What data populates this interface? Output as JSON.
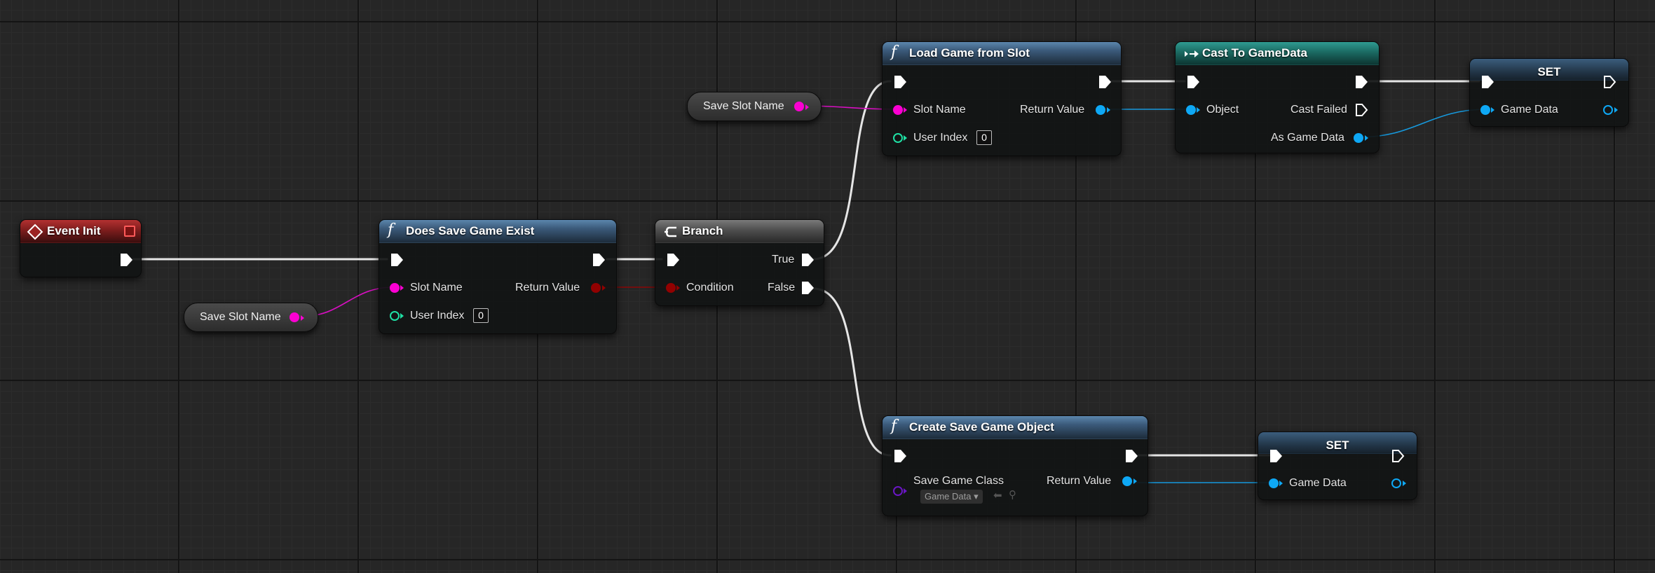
{
  "nodes": {
    "event_init": {
      "title": "Event Init"
    },
    "does_save_game_exist": {
      "title": "Does Save Game Exist",
      "slot_name_label": "Slot Name",
      "user_index_label": "User Index",
      "user_index_value": "0",
      "return_value_label": "Return Value"
    },
    "branch": {
      "title": "Branch",
      "condition_label": "Condition",
      "true_label": "True",
      "false_label": "False"
    },
    "load_game_from_slot": {
      "title": "Load Game from Slot",
      "slot_name_label": "Slot Name",
      "user_index_label": "User Index",
      "user_index_value": "0",
      "return_value_label": "Return Value"
    },
    "cast_to_gamedata": {
      "title": "Cast To GameData",
      "object_label": "Object",
      "cast_failed_label": "Cast Failed",
      "as_game_data_label": "As Game Data"
    },
    "set_top": {
      "title": "SET",
      "game_data_label": "Game Data"
    },
    "create_save_game_object": {
      "title": "Create Save Game Object",
      "save_game_class_label": "Save Game Class",
      "save_game_class_value": "Game Data",
      "return_value_label": "Return Value"
    },
    "set_bottom": {
      "title": "SET",
      "game_data_label": "Game Data"
    }
  },
  "variables": {
    "save_slot_name_left": "Save Slot Name",
    "save_slot_name_top": "Save Slot Name"
  },
  "colors": {
    "exec": "#ffffff",
    "string_pin": "#fb00d2",
    "int_pin": "#1fe0a4",
    "bool_pin": "#920101",
    "object_pin": "#0ea8f5",
    "class_pin": "#5a00b4",
    "event_header": "#b33131",
    "function_header": "#3b5a7a",
    "cast_header": "#1b6a62"
  },
  "icons": {
    "function": "function-icon",
    "event": "event-diamond-icon",
    "branch": "branch-icon",
    "cast": "cast-arrow-icon"
  }
}
